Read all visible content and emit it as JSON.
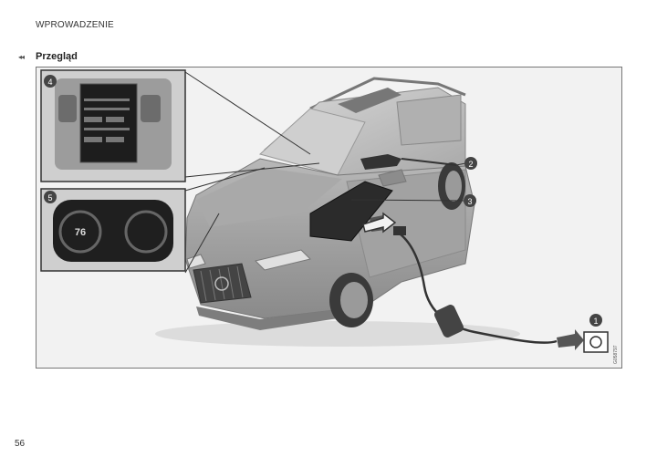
{
  "header": {
    "section": "WPROWADZENIE",
    "nav_arrows": "◂◂",
    "title": "Przegląd"
  },
  "figure": {
    "callouts": [
      "1",
      "2",
      "3",
      "4",
      "5"
    ],
    "cluster_speed": "76",
    "figure_code": "G058797"
  },
  "footer": {
    "page_number": "56"
  },
  "colors": {
    "callout_fill": "#444444",
    "car_body": "#9a9a9a",
    "background": "#f2f2f2"
  }
}
